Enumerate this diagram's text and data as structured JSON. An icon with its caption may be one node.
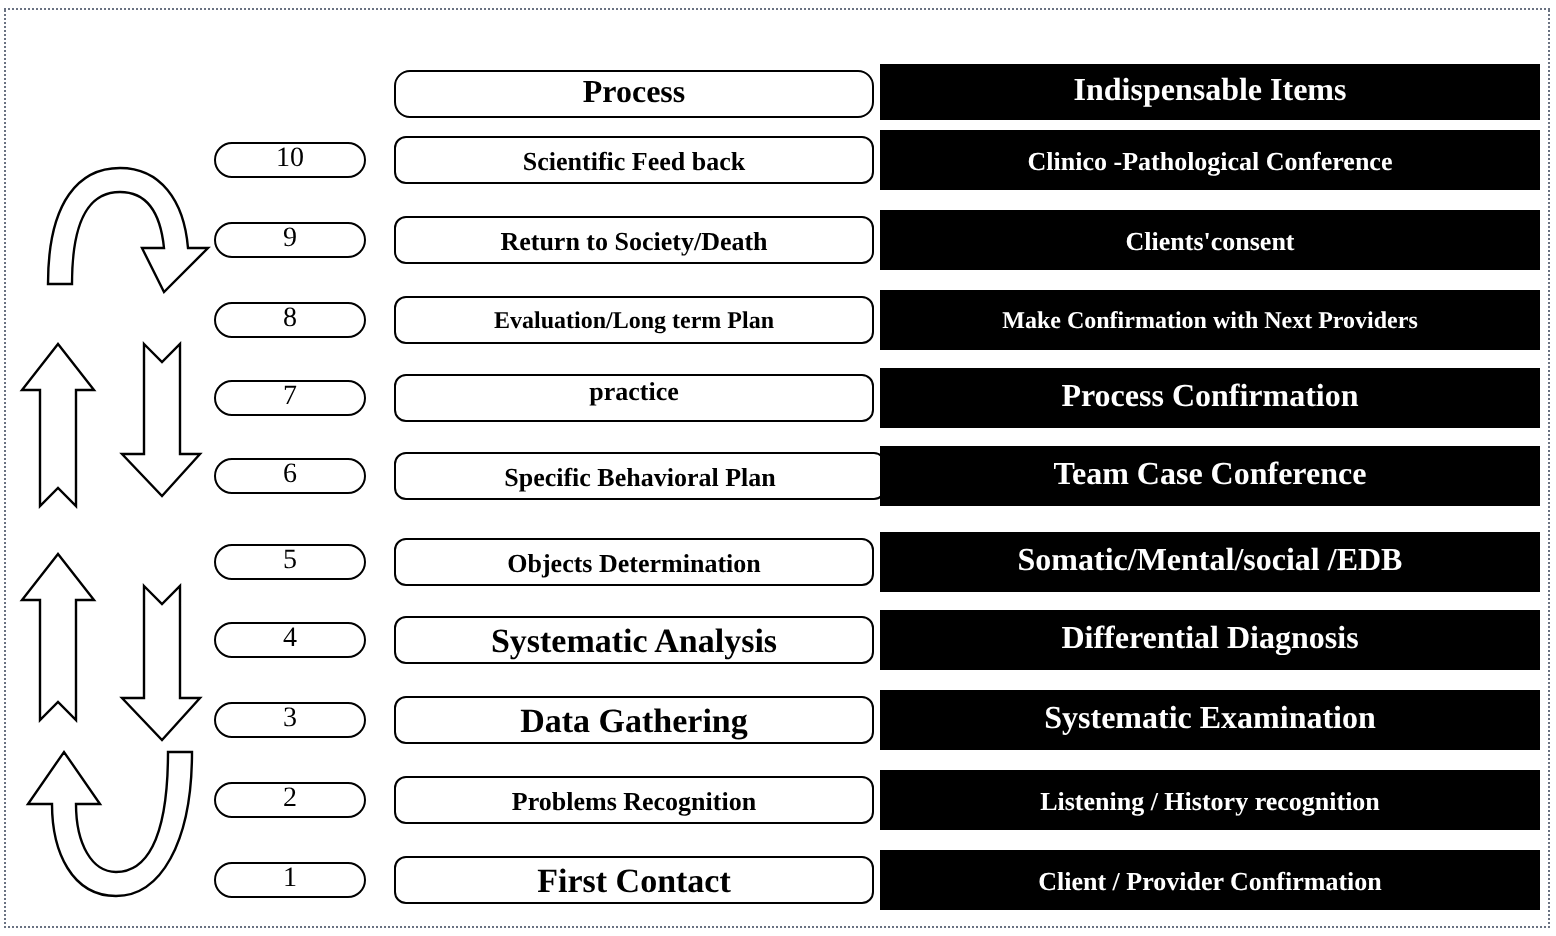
{
  "diagram": {
    "nodes": [
      {
        "text": [
          "Process"
        ]
      },
      {
        "text": [
          "Indispensable Items"
        ]
      },
      {
        "text": [
          "10"
        ]
      },
      {
        "text": [
          "Scientific Feed back"
        ]
      },
      {
        "text": [
          "Clinico -Pathological Conference"
        ]
      },
      {
        "text": [
          "9"
        ]
      },
      {
        "text": [
          "Return to Society/Death"
        ]
      },
      {
        "text": [
          "Clients'consent"
        ]
      },
      {
        "text": [
          "8"
        ]
      },
      {
        "text": [
          "Evaluation/Long term Plan"
        ]
      },
      {
        "text": [
          "Make Confirmation with Next Providers"
        ]
      },
      {
        "text": [
          "7"
        ]
      },
      {
        "text": [
          "practice"
        ]
      },
      {
        "text": [
          "Process Confirmation"
        ]
      },
      {
        "text": [
          "6"
        ]
      },
      {
        "text": [
          "Specific Behavioral Plan"
        ]
      },
      {
        "text": [
          "Team Case Conference"
        ]
      },
      {
        "text": [
          "5"
        ]
      },
      {
        "text": [
          "Objects Determination"
        ]
      },
      {
        "text": [
          "Somatic/Mental/social /EDB"
        ]
      },
      {
        "text": [
          "4"
        ]
      },
      {
        "text": [
          "Systematic Analysis"
        ]
      },
      {
        "text": [
          "Differential Diagnosis"
        ]
      },
      {
        "text": [
          "3"
        ]
      },
      {
        "text": [
          "Data Gathering"
        ]
      },
      {
        "text": [
          "Systematic Examination"
        ]
      },
      {
        "text": [
          "2"
        ]
      },
      {
        "text": [
          "Problems Recognition"
        ]
      },
      {
        "text": [
          "Listening / History recognition"
        ]
      },
      {
        "text": [
          "1"
        ]
      },
      {
        "text": [
          "First Contact"
        ]
      },
      {
        "text": [
          "Client / Provider Confirmation"
        ]
      }
    ],
    "edges": [
      {
        "from": 8,
        "to": 14,
        "arrow": "to"
      },
      {
        "from": 17,
        "to": 23,
        "arrow": "to"
      }
    ]
  }
}
